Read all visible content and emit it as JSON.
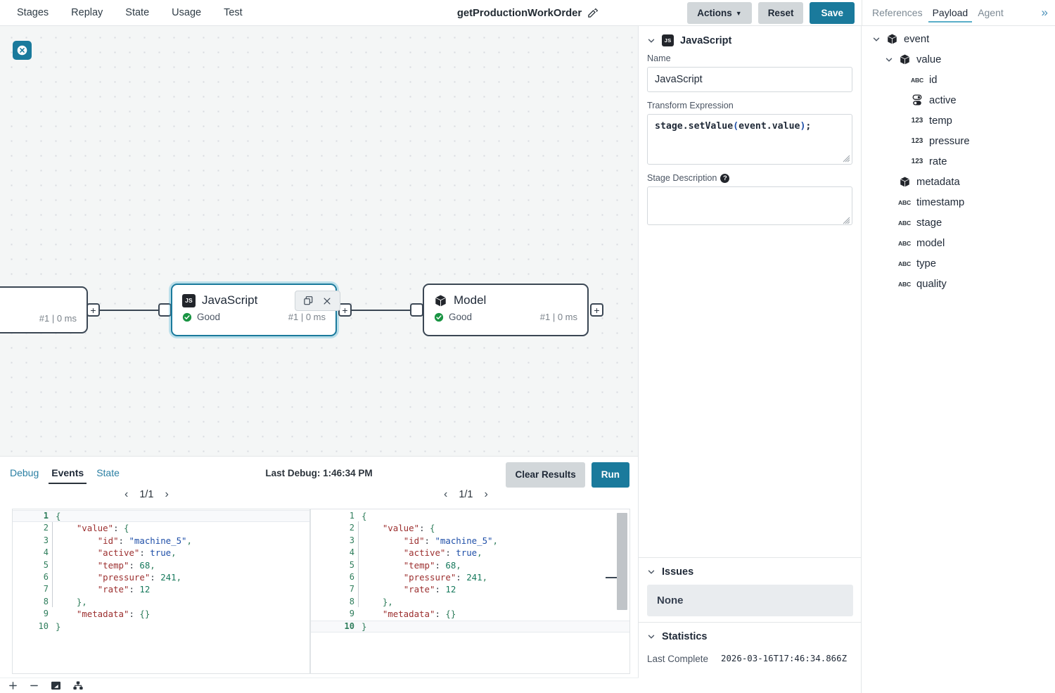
{
  "topbar": {
    "nav_tabs": [
      "Stages",
      "Replay",
      "State",
      "Usage",
      "Test"
    ],
    "title": "getProductionWorkOrder",
    "edit_icon": "edit-pencil-icon",
    "actions_label": "Actions",
    "reset_label": "Reset",
    "save_label": "Save",
    "right_tabs": [
      {
        "label": "References",
        "active": false
      },
      {
        "label": "Payload",
        "active": true
      },
      {
        "label": "Agent",
        "active": false
      }
    ],
    "expand_icon": "chevron-double-right-icon",
    "accent_teal": "#1a7a9c",
    "tab_underline": "#5aaec9"
  },
  "canvas": {
    "close_button_icon": "close-circle-icon",
    "node_toolbar": {
      "duplicate_icon": "duplicate-icon",
      "close_icon": "close-icon"
    },
    "nodes": [
      {
        "id": "upstream",
        "title": "",
        "icon": "",
        "status": "",
        "metric": "#1 | 0 ms",
        "selected": false
      },
      {
        "id": "javascript",
        "title": "JavaScript",
        "icon": "js-icon",
        "status": "Good",
        "metric": "#1 | 0 ms",
        "selected": true
      },
      {
        "id": "model",
        "title": "Model",
        "icon": "package-icon",
        "status": "Good",
        "metric": "#1 | 0 ms",
        "selected": false
      }
    ],
    "status_color": "#1a9443"
  },
  "debug": {
    "tabs": [
      {
        "label": "Debug",
        "active": false
      },
      {
        "label": "Events",
        "active": true
      },
      {
        "label": "State",
        "active": false
      }
    ],
    "last_debug": "Last Debug: 1:46:34 PM",
    "clear_results_label": "Clear Results",
    "run_label": "Run",
    "left_pager": "1/1",
    "right_pager": "1/1",
    "prev_icon": "chevron-left-icon",
    "next_icon": "chevron-right-icon",
    "code_lines": [
      {
        "n": 1,
        "tokens": [
          {
            "t": "punc",
            "v": "{"
          }
        ]
      },
      {
        "n": 2,
        "tokens": [
          {
            "t": "plain",
            "v": "    "
          },
          {
            "t": "key",
            "v": "\"value\""
          },
          {
            "t": "plain",
            "v": ": "
          },
          {
            "t": "punc",
            "v": "{"
          }
        ]
      },
      {
        "n": 3,
        "tokens": [
          {
            "t": "plain",
            "v": "        "
          },
          {
            "t": "key",
            "v": "\"id\""
          },
          {
            "t": "plain",
            "v": ": "
          },
          {
            "t": "str",
            "v": "\"machine_5\""
          },
          {
            "t": "punc",
            "v": ","
          }
        ]
      },
      {
        "n": 4,
        "tokens": [
          {
            "t": "plain",
            "v": "        "
          },
          {
            "t": "key",
            "v": "\"active\""
          },
          {
            "t": "plain",
            "v": ": "
          },
          {
            "t": "bool",
            "v": "true"
          },
          {
            "t": "punc",
            "v": ","
          }
        ]
      },
      {
        "n": 5,
        "tokens": [
          {
            "t": "plain",
            "v": "        "
          },
          {
            "t": "key",
            "v": "\"temp\""
          },
          {
            "t": "plain",
            "v": ": "
          },
          {
            "t": "num",
            "v": "68"
          },
          {
            "t": "punc",
            "v": ","
          }
        ]
      },
      {
        "n": 6,
        "tokens": [
          {
            "t": "plain",
            "v": "        "
          },
          {
            "t": "key",
            "v": "\"pressure\""
          },
          {
            "t": "plain",
            "v": ": "
          },
          {
            "t": "num",
            "v": "241"
          },
          {
            "t": "punc",
            "v": ","
          }
        ]
      },
      {
        "n": 7,
        "tokens": [
          {
            "t": "plain",
            "v": "        "
          },
          {
            "t": "key",
            "v": "\"rate\""
          },
          {
            "t": "plain",
            "v": ": "
          },
          {
            "t": "num",
            "v": "12"
          }
        ]
      },
      {
        "n": 8,
        "tokens": [
          {
            "t": "plain",
            "v": "    "
          },
          {
            "t": "punc",
            "v": "},"
          }
        ]
      },
      {
        "n": 9,
        "tokens": [
          {
            "t": "plain",
            "v": "    "
          },
          {
            "t": "key",
            "v": "\"metadata\""
          },
          {
            "t": "plain",
            "v": ": "
          },
          {
            "t": "punc",
            "v": "{}"
          }
        ]
      },
      {
        "n": 10,
        "tokens": [
          {
            "t": "punc",
            "v": "}"
          }
        ]
      }
    ],
    "left_active_line": 1,
    "right_active_line": 10
  },
  "mini_toolbar": {
    "zoom_in_icon": "plus-icon",
    "zoom_out_icon": "minus-icon",
    "fit_screen_icon": "fit-screen-icon",
    "layout_icon": "hierarchy-layout-icon"
  },
  "properties": {
    "header_title": "JavaScript",
    "header_icon": "js-icon",
    "name_label": "Name",
    "name_value": "JavaScript",
    "transform_label": "Transform Expression",
    "transform_tokens": [
      {
        "t": "plain",
        "v": "stage.setValue"
      },
      {
        "t": "paren",
        "v": "("
      },
      {
        "t": "plain",
        "v": "event.value"
      },
      {
        "t": "paren",
        "v": ")"
      },
      {
        "t": "plain",
        "v": ";"
      }
    ],
    "stage_desc_label": "Stage Description",
    "stage_desc_help_icon": "help-icon",
    "stage_desc_value": "",
    "issues_title": "Issues",
    "issues_value": "None",
    "statistics_title": "Statistics",
    "stats": [
      {
        "label": "Last Complete",
        "value": "2026-03-16T17:46:34.866Z"
      }
    ]
  },
  "tree": {
    "rows": [
      {
        "label": "event",
        "depth": 0,
        "icon": "package-icon",
        "chevron": "chevron-down-icon"
      },
      {
        "label": "value",
        "depth": 1,
        "icon": "package-icon",
        "chevron": "chevron-down-icon"
      },
      {
        "label": "id",
        "depth": 2,
        "icon": "abc-icon",
        "chevron": ""
      },
      {
        "label": "active",
        "depth": 2,
        "icon": "toggle-icon",
        "chevron": ""
      },
      {
        "label": "temp",
        "depth": 2,
        "icon": "123-icon",
        "chevron": ""
      },
      {
        "label": "pressure",
        "depth": 2,
        "icon": "123-icon",
        "chevron": ""
      },
      {
        "label": "rate",
        "depth": 2,
        "icon": "123-icon",
        "chevron": ""
      },
      {
        "label": "metadata",
        "depth": 1,
        "icon": "package-icon",
        "chevron": ""
      },
      {
        "label": "timestamp",
        "depth": 1,
        "icon": "abc-icon",
        "chevron": ""
      },
      {
        "label": "stage",
        "depth": 1,
        "icon": "abc-icon",
        "chevron": ""
      },
      {
        "label": "model",
        "depth": 1,
        "icon": "abc-icon",
        "chevron": ""
      },
      {
        "label": "type",
        "depth": 1,
        "icon": "abc-icon",
        "chevron": ""
      },
      {
        "label": "quality",
        "depth": 1,
        "icon": "abc-icon",
        "chevron": ""
      }
    ]
  }
}
